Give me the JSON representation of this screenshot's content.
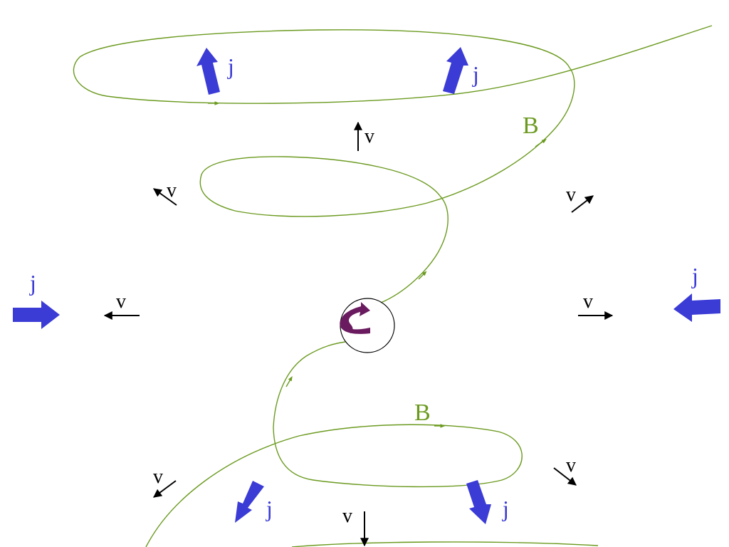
{
  "diagram": {
    "field_label": "B",
    "current_label": "j",
    "velocity_label": "v",
    "colors": {
      "field_line": "#6b9a1f",
      "current_arrow": "#3b3bd6",
      "velocity_arrow": "#000000",
      "rotation_arrow": "#6a1a5f",
      "background": "#ffffff"
    }
  }
}
